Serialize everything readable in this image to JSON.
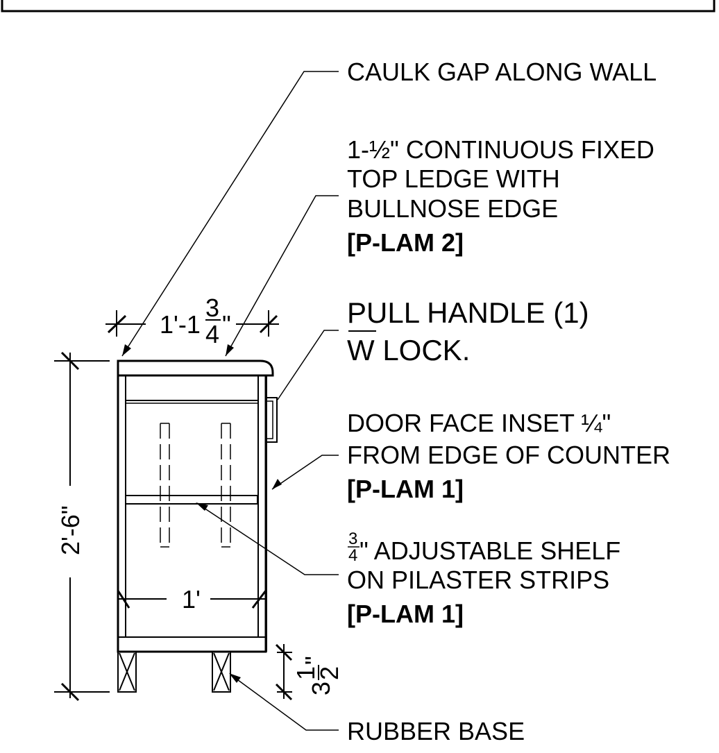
{
  "labels": {
    "caulk": "CAULK GAP ALONG WALL",
    "ledge_line1_prefix": "1-",
    "ledge_line1_frac": "½",
    "ledge_line1_suffix": "\" CONTINUOUS FIXED",
    "ledge_line2": "TOP LEDGE WITH",
    "ledge_line3": "BULLNOSE EDGE",
    "ledge_material": "[P-LAM 2]",
    "pull_line1": "PULL HANDLE (1)",
    "pull_w": "W",
    "pull_line2": " LOCK.",
    "door_line1_prefix": "DOOR FACE INSET ",
    "door_line1_frac": "¼",
    "door_line1_suffix": "\"",
    "door_line2": "FROM EDGE OF COUNTER",
    "door_material": "[P-LAM 1]",
    "shelf_frac_num": "3",
    "shelf_frac_den": "4",
    "shelf_line1_suffix": "\" ADJUSTABLE SHELF",
    "shelf_line2": "ON PILASTER STRIPS",
    "shelf_material": "[P-LAM 1]",
    "base": "RUBBER BASE"
  },
  "dimensions": {
    "top_width_prefix": "1'-1",
    "top_width_num": "3",
    "top_width_den": "4",
    "top_width_suffix": "\"",
    "inner_width": "1'",
    "height": "2'-6\"",
    "base_height_whole": "3",
    "base_height_num": "1",
    "base_height_den": "2",
    "base_height_suffix": "\""
  },
  "colors": {
    "line": "#000000",
    "background": "#ffffff"
  }
}
